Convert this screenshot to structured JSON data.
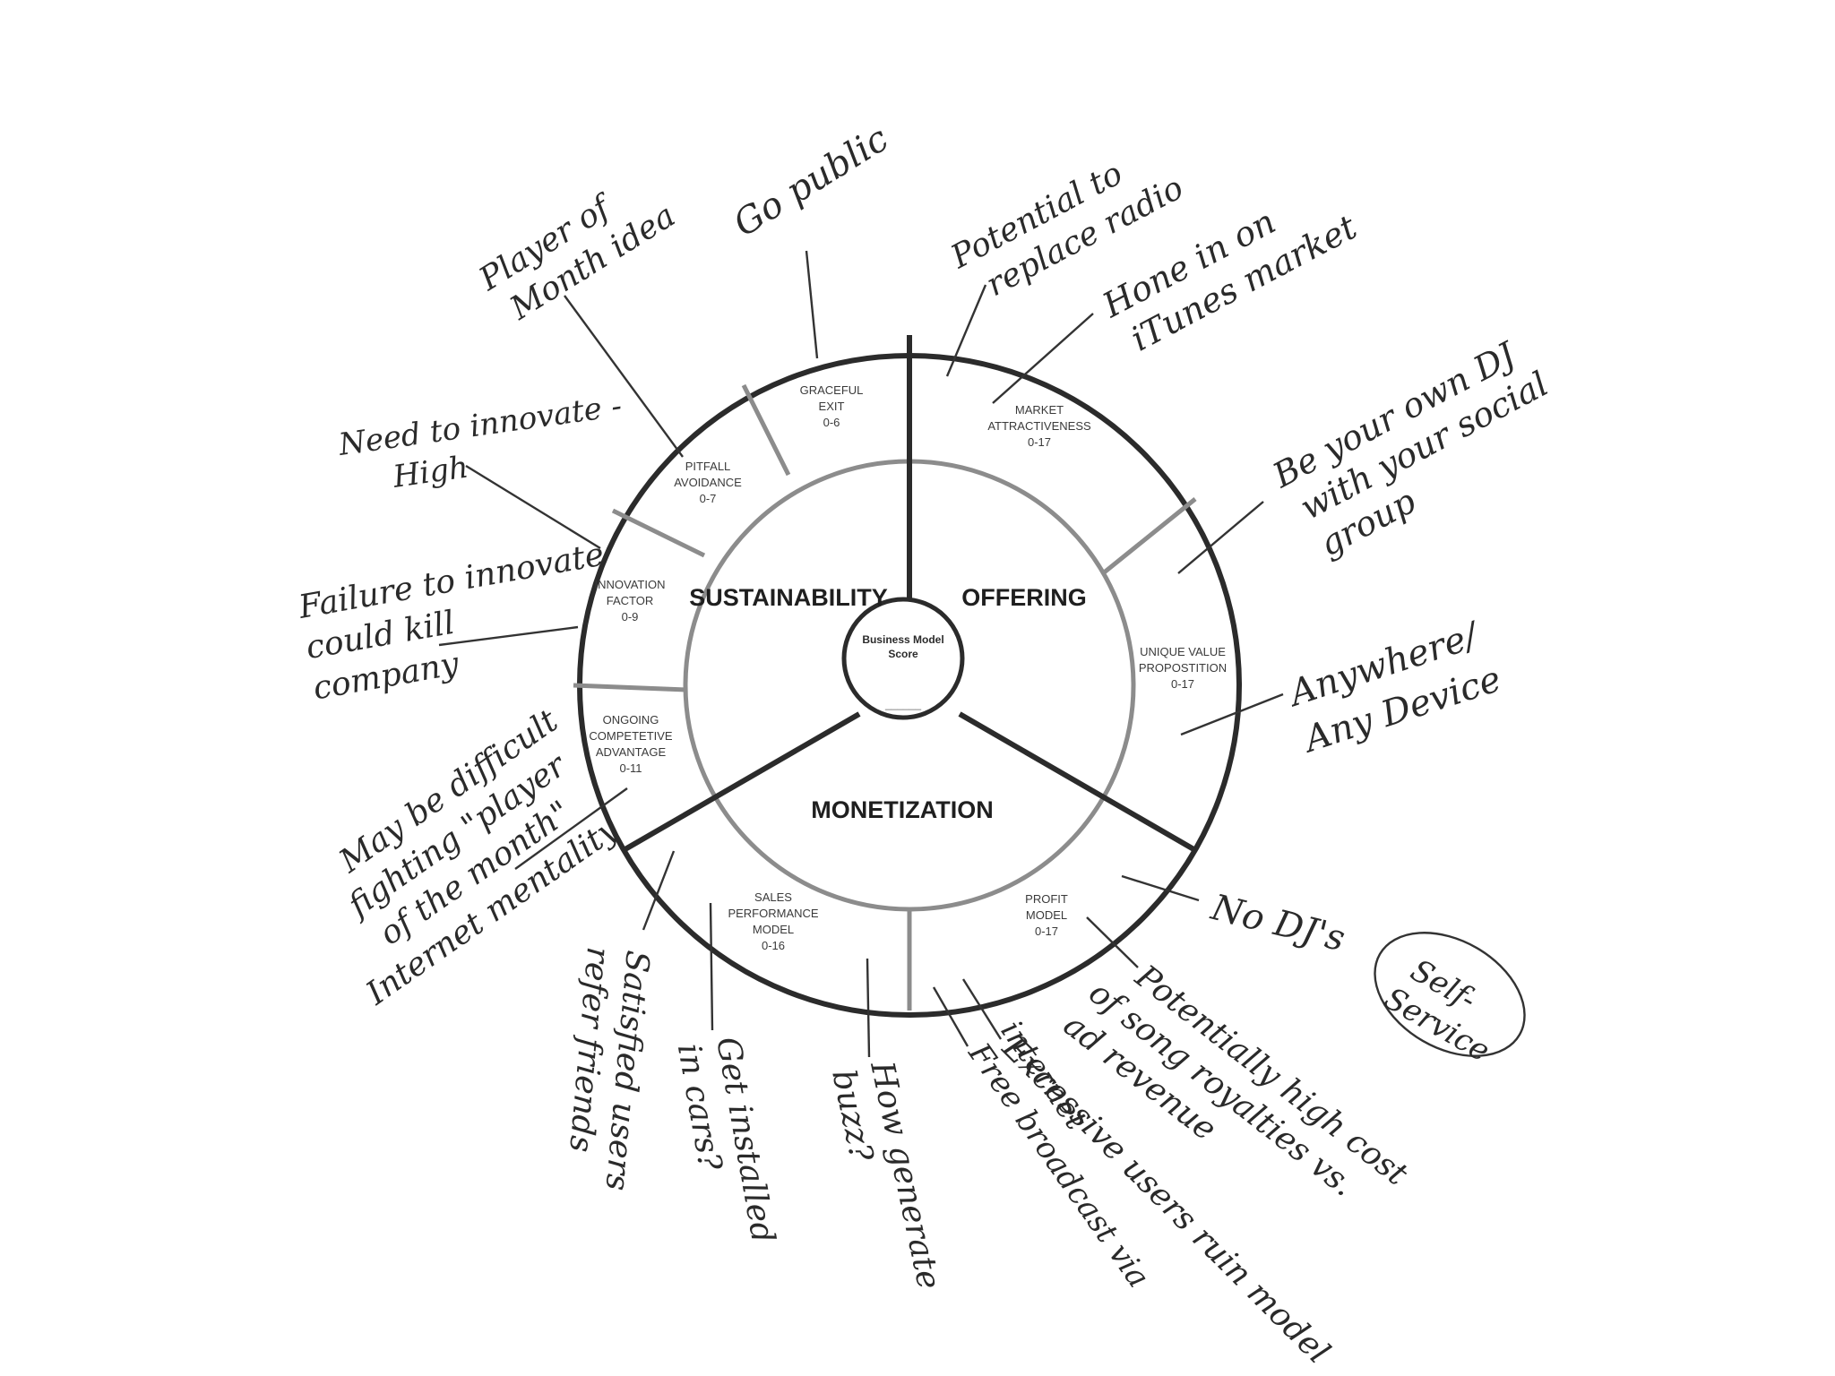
{
  "hub": {
    "line1": "Business Model",
    "line2": "Score",
    "blank": "______"
  },
  "sectors": {
    "sustainability": "SUSTAINABILITY",
    "offering": "OFFERING",
    "monetization": "MONETIZATION"
  },
  "segments": {
    "graceful_exit": [
      "GRACEFUL",
      "EXIT",
      "0-6"
    ],
    "market_attractiveness": [
      "MARKET",
      "ATTRACTIVENESS",
      "0-17"
    ],
    "unique_value": [
      "UNIQUE VALUE",
      "PROPOSTITION",
      "0-17"
    ],
    "profit_model": [
      "PROFIT",
      "MODEL",
      "0-17"
    ],
    "sales_performance": [
      "SALES",
      "PERFORMANCE",
      "MODEL",
      "0-16"
    ],
    "ongoing_advantage": [
      "ONGOING",
      "COMPETETIVE",
      "ADVANTAGE",
      "0-11"
    ],
    "innovation_factor": [
      "INNOVATION",
      "FACTOR",
      "0-9"
    ],
    "pitfall_avoidance": [
      "PITFALL",
      "AVOIDANCE",
      "0-7"
    ]
  },
  "notes": {
    "go_public": [
      "Go public"
    ],
    "player_of_month": [
      "Player of",
      "Month idea"
    ],
    "replace_radio": [
      "Potential to",
      "replace radio"
    ],
    "itunes": [
      "Hone in on",
      "iTunes market"
    ],
    "own_dj": [
      "Be your own DJ",
      "with your social",
      "group"
    ],
    "anywhere": [
      "Anywhere/",
      "Any Device"
    ],
    "no_djs": [
      "No DJ's"
    ],
    "self_service": [
      "Self-",
      "Service"
    ],
    "royalties": [
      "Potentially high cost",
      "of song royalties vs.",
      "ad revenue"
    ],
    "excessive_users": [
      "Excessive users ruin model"
    ],
    "free_broadcast": [
      "Free broadcast via",
      "internet"
    ],
    "buzz": [
      "How generate",
      "buzz?"
    ],
    "installed": [
      "Get installed",
      "in cars?"
    ],
    "satisfied_users": [
      "Satisfied users",
      "refer friends"
    ],
    "need_innovate": [
      "Need to innovate -",
      "High"
    ],
    "failure_innovate": [
      "Failure to innovate",
      "could kill",
      "company"
    ],
    "fighting": [
      "May be difficult",
      "fighting \"player",
      "of the month\"",
      "Internet mentality"
    ]
  }
}
